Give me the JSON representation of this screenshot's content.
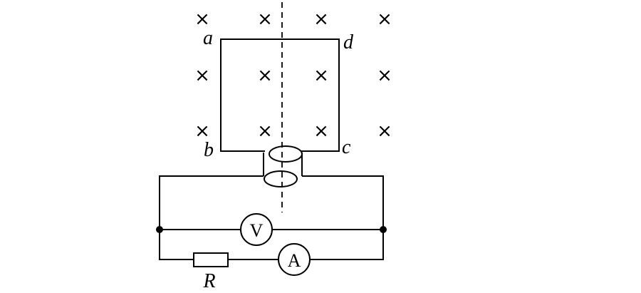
{
  "field": {
    "symbol": "×",
    "rows": [
      {
        "marks": [
          "×",
          "×",
          "×",
          "×"
        ]
      },
      {
        "marks": [
          "×",
          "×",
          "×",
          "×"
        ]
      },
      {
        "marks": [
          "×",
          "×",
          "×",
          "×"
        ]
      }
    ]
  },
  "coil_labels": {
    "a": "a",
    "b": "b",
    "c": "c",
    "d": "d"
  },
  "meters": {
    "voltmeter": "V",
    "ammeter": "A"
  },
  "resistor_label": "R",
  "colors": {
    "stroke": "#000000",
    "background": "#ffffff"
  }
}
